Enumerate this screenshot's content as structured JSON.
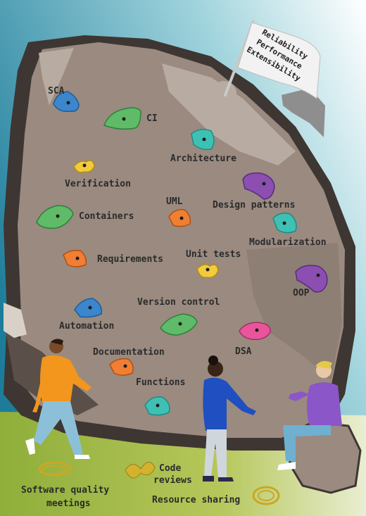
{
  "colors": {
    "sky_top": "#ffffff",
    "sky_bottom": "#1d7c9a",
    "grass": "#a4b84a",
    "rock": "#9a8a80",
    "rock_dark": "#3e3632",
    "rock_light": "#c5bab0",
    "hold_blue": "#3b86cc",
    "hold_green": "#5fbb68",
    "hold_teal": "#3fc0b4",
    "hold_yellow": "#f2cb3c",
    "hold_purple": "#8a4fb0",
    "hold_orange": "#f07f34",
    "hold_pink": "#e8559a",
    "rope": "#c9a827"
  },
  "flag": {
    "lines": [
      "Reliability",
      "Performance",
      "Extensibility"
    ]
  },
  "skills": [
    {
      "id": "sca",
      "text": "SCA"
    },
    {
      "id": "ci",
      "text": "CI"
    },
    {
      "id": "architecture",
      "text": "Architecture"
    },
    {
      "id": "verification",
      "text": "Verification"
    },
    {
      "id": "uml",
      "text": "UML"
    },
    {
      "id": "design-patterns",
      "text": "Design patterns"
    },
    {
      "id": "containers",
      "text": "Containers"
    },
    {
      "id": "modularization",
      "text": "Modularization"
    },
    {
      "id": "requirements",
      "text": "Requirements"
    },
    {
      "id": "unit-tests",
      "text": "Unit tests"
    },
    {
      "id": "oop",
      "text": "OOP"
    },
    {
      "id": "version-control",
      "text": "Version control"
    },
    {
      "id": "automation",
      "text": "Automation"
    },
    {
      "id": "dsa",
      "text": "DSA"
    },
    {
      "id": "documentation",
      "text": "Documentation"
    },
    {
      "id": "functions",
      "text": "Functions"
    }
  ],
  "ground": {
    "software_quality_meetings": [
      "Software quality",
      "meetings"
    ],
    "code_reviews": [
      "Code",
      "reviews"
    ],
    "resource_sharing": "Resource sharing"
  }
}
